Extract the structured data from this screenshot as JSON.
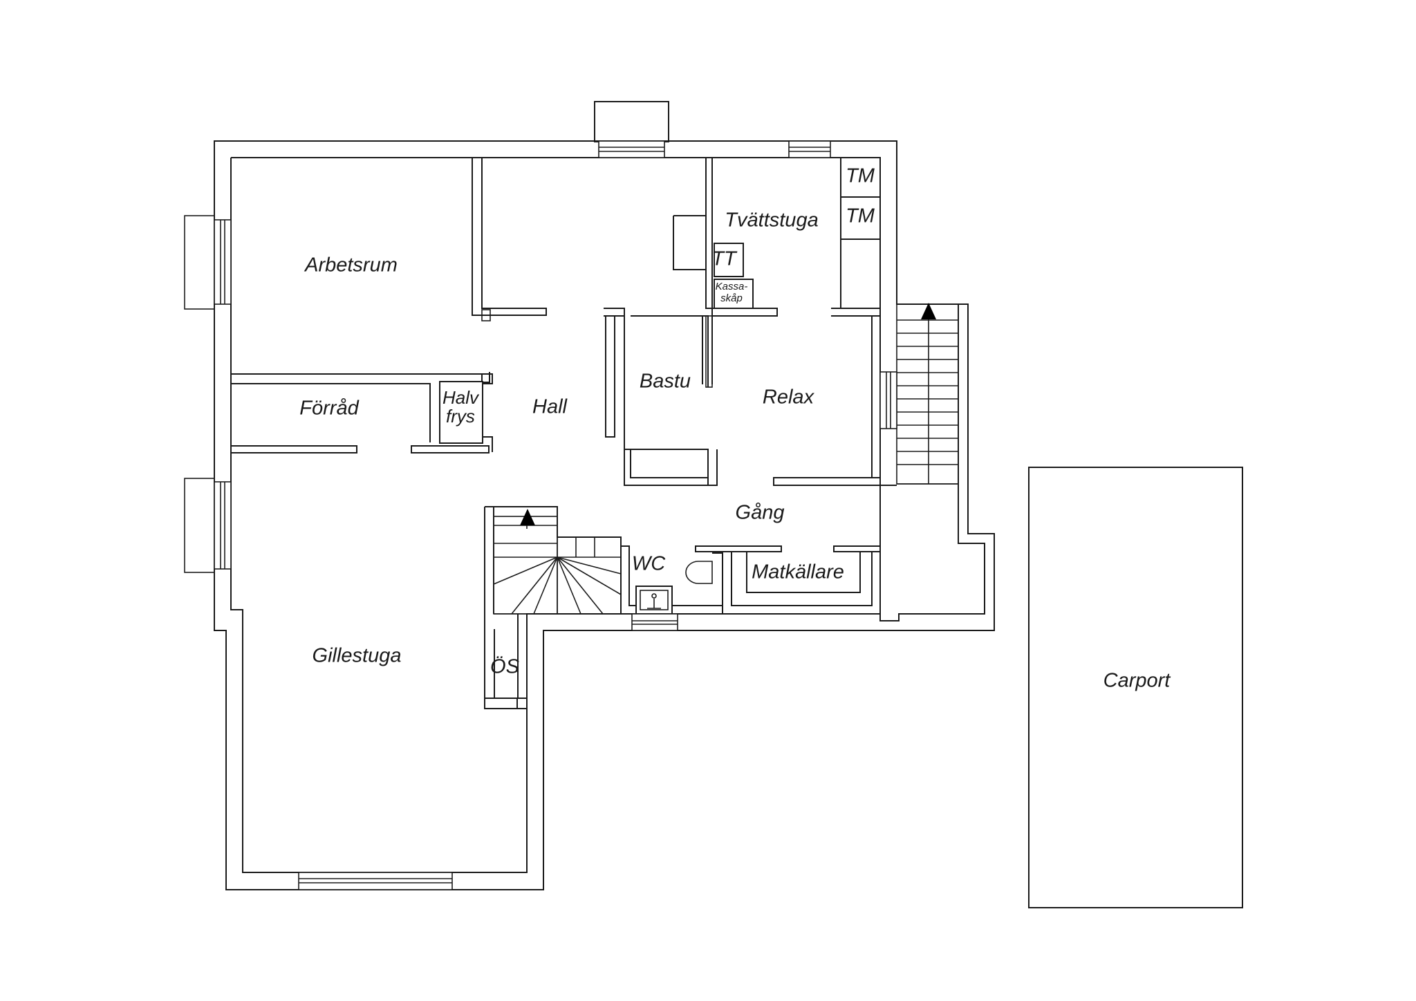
{
  "rooms": {
    "arbetsrum": "Arbetsrum",
    "forrad": "Förråd",
    "halvfrys_1": "Halv",
    "halvfrys_2": "frys",
    "hall": "Hall",
    "tvattstuga": "Tvättstuga",
    "tm_1": "TM",
    "tm_2": "TM",
    "tt": "TT",
    "kassaskap_1": "Kassa-",
    "kassaskap_2": "skåp",
    "bastu": "Bastu",
    "relax": "Relax",
    "gang": "Gång",
    "wc": "WC",
    "matkallare": "Matkällare",
    "gillestuga": "Gillestuga",
    "os": "ÖS",
    "carport": "Carport"
  }
}
